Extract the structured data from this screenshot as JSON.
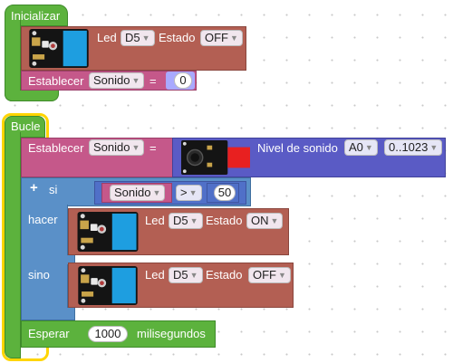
{
  "inicializar": {
    "title": "Inicializar",
    "led_block": {
      "led_label": "Led",
      "pin": "D5",
      "estado_label": "Estado",
      "state": "OFF"
    },
    "establecer": {
      "label": "Establecer",
      "var": "Sonido",
      "eq": "=",
      "value": "0"
    }
  },
  "bucle": {
    "title": "Bucle",
    "establecer": {
      "label": "Establecer",
      "var": "Sonido",
      "eq": "=",
      "sensor_label": "Nivel de sonido",
      "pin": "A0",
      "range": "0..1023"
    },
    "if_block": {
      "plus": "+",
      "si_label": "si",
      "cond": {
        "var": "Sonido",
        "op": ">",
        "value": "50"
      },
      "hacer_label": "hacer",
      "sino_label": "sino",
      "led_on": {
        "led_label": "Led",
        "pin": "D5",
        "estado_label": "Estado",
        "state": "ON"
      },
      "led_off": {
        "led_label": "Led",
        "pin": "D5",
        "estado_label": "Estado",
        "state": "OFF"
      }
    },
    "esperar": {
      "label": "Esperar",
      "value": "1000",
      "unit": "milisegundos"
    }
  },
  "colors": {
    "event": "#5cb23d",
    "variable": "#c5588a",
    "device": "#b35f53",
    "sensor": "#5a5bc5",
    "control": "#5a90c8",
    "selection": "#ffd500"
  },
  "icons": [
    "led-module-image",
    "sound-sensor-image"
  ]
}
